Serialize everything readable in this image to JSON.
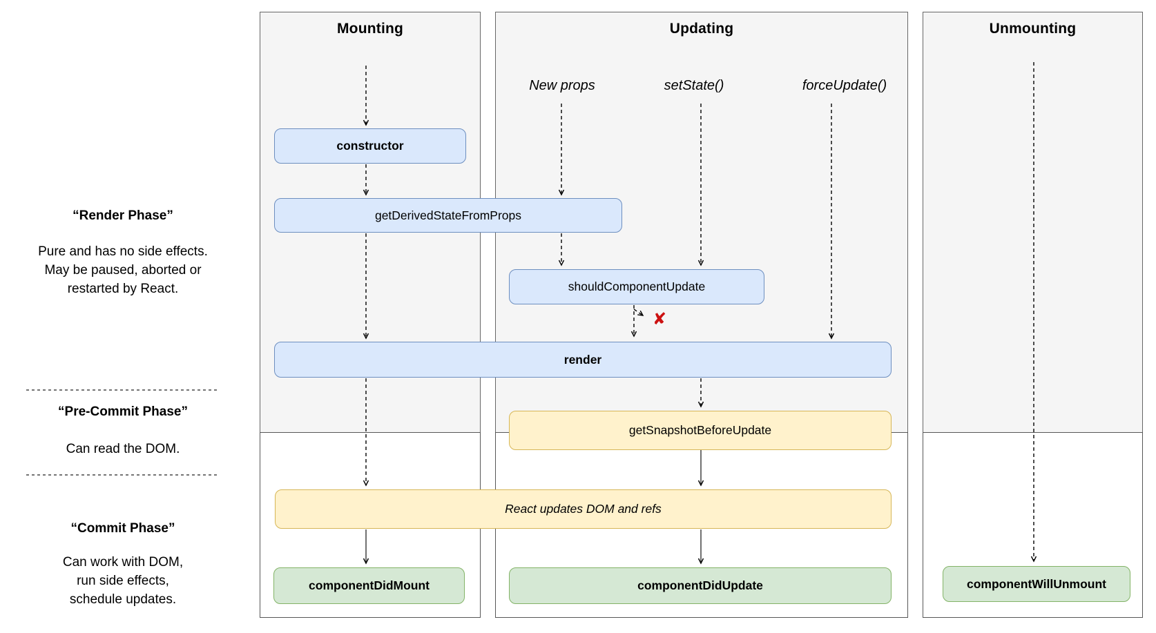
{
  "phases": {
    "render": {
      "title": "“Render Phase”",
      "description": [
        "Pure and has no side effects.",
        "May be paused, aborted or",
        "restarted by React."
      ]
    },
    "pre_commit": {
      "title": "“Pre-Commit Phase”",
      "description": [
        "Can read the DOM."
      ]
    },
    "commit": {
      "title": "“Commit Phase”",
      "description": [
        "Can work with DOM,",
        "run side effects,",
        "schedule updates."
      ]
    }
  },
  "columns": {
    "mounting": {
      "title": "Mounting"
    },
    "updating": {
      "title": "Updating",
      "triggers": [
        "New props",
        "setState()",
        "forceUpdate()"
      ]
    },
    "unmounting": {
      "title": "Unmounting"
    }
  },
  "nodes": {
    "constructor": {
      "label": "constructor"
    },
    "get_derived_state": {
      "label": "getDerivedStateFromProps"
    },
    "should_component_update": {
      "label": "shouldComponentUpdate"
    },
    "render": {
      "label": "render"
    },
    "get_snapshot": {
      "label": "getSnapshotBeforeUpdate"
    },
    "react_updates_dom": {
      "label": "React updates DOM and refs"
    },
    "component_did_mount": {
      "label": "componentDidMount"
    },
    "component_did_update": {
      "label": "componentDidUpdate"
    },
    "component_will_unmount": {
      "label": "componentWillUnmount"
    }
  },
  "icons": {
    "update_blocked_x": "✘"
  },
  "edges": [
    {
      "from": "mounting-start",
      "to": "constructor",
      "style": "dashed"
    },
    {
      "from": "constructor",
      "to": "get_derived_state",
      "style": "dashed"
    },
    {
      "from": "new-props",
      "to": "get_derived_state",
      "style": "dashed"
    },
    {
      "from": "get_derived_state",
      "to": "should_component_update",
      "style": "dashed"
    },
    {
      "from": "setState()",
      "to": "should_component_update",
      "style": "dashed"
    },
    {
      "from": "should_component_update",
      "to": "render",
      "style": "dashed"
    },
    {
      "from": "should_component_update",
      "to": "update-blocked-x",
      "style": "dashed"
    },
    {
      "from": "forceUpdate()",
      "to": "render",
      "style": "dashed"
    },
    {
      "from": "get_derived_state",
      "to": "render",
      "style": "dashed",
      "column": "mounting"
    },
    {
      "from": "render",
      "to": "get_snapshot",
      "style": "dashed"
    },
    {
      "from": "render",
      "to": "react_updates_dom",
      "style": "dashed",
      "column": "mounting"
    },
    {
      "from": "get_snapshot",
      "to": "react_updates_dom",
      "style": "solid"
    },
    {
      "from": "react_updates_dom",
      "to": "component_did_mount",
      "style": "solid"
    },
    {
      "from": "react_updates_dom",
      "to": "component_did_update",
      "style": "solid"
    },
    {
      "from": "unmounting-start",
      "to": "component_will_unmount",
      "style": "dashed"
    }
  ],
  "colors": {
    "panel_fill": "#f5f5f5",
    "panel_border": "#666666",
    "blue_fill": "#dae8fc",
    "blue_border": "#6c8ebf",
    "yellow_fill": "#fff2cc",
    "yellow_border": "#d6b656",
    "green_fill": "#d5e8d4",
    "green_border": "#82b366",
    "arrow": "#000000",
    "blocked_x": "#cc1111"
  }
}
